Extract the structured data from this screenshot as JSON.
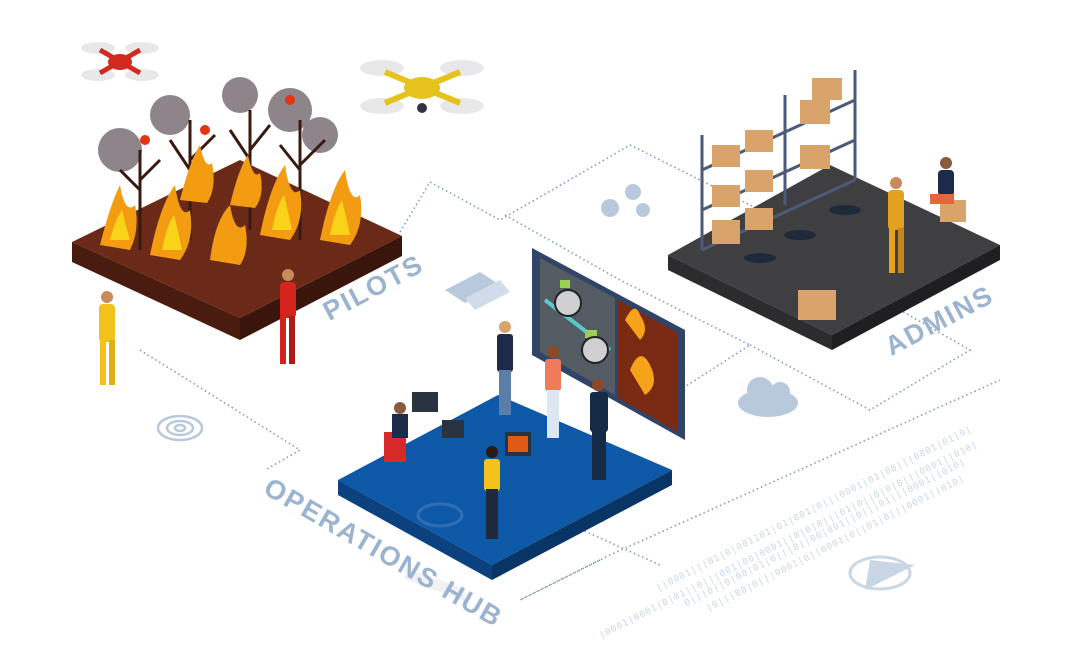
{
  "labels": {
    "pilots": "PILOTS",
    "admins": "ADMINS",
    "operations_hub": "OPERATIONS HUB"
  },
  "binary_rows": [
    "||0001|||01|0|001101|01|001|0|||0001|01|00|||0001|01|0|",
    "|0001|0001|0|01||0|||001|00|0001||0|0|0|||01|0||0|0|0|||0001||010|",
    "0|||0||0|00|01|0|||0||00|001||0|||01|||0001||010|",
    "|0|||00|0|||0001|0||0001|0||01|0|||0001||010|"
  ],
  "colors": {
    "pilots_platform": "#6b2a17",
    "admins_platform": "#3f3f41",
    "hub_platform": "#0e58a8",
    "label": "#9bb3cf",
    "dotted_line": "#7f9dc2"
  }
}
